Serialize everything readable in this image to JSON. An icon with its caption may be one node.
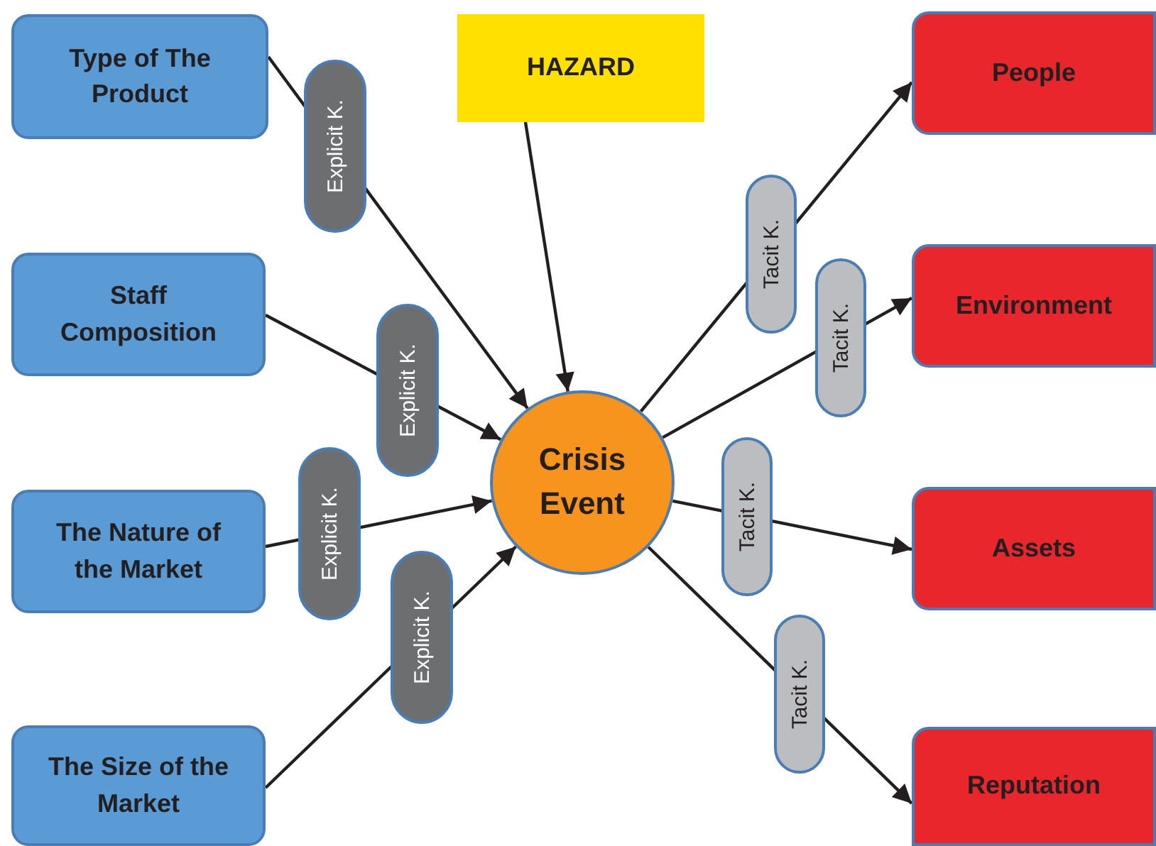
{
  "diagram": {
    "nodes": [
      {
        "text": [
          "Type of The Product"
        ]
      },
      {
        "text": [
          "Staff Composition"
        ]
      },
      {
        "text": [
          "The Nature of the Market"
        ]
      },
      {
        "text": [
          "The Size of the Market"
        ]
      },
      {
        "text": [
          "HAZARD"
        ]
      },
      {
        "text": [
          "Crisis Event"
        ]
      },
      {
        "text": [
          "People"
        ]
      },
      {
        "text": [
          "Environment"
        ]
      },
      {
        "text": [
          "Assets"
        ]
      },
      {
        "text": [
          "Reputation"
        ]
      }
    ],
    "edges": [
      {
        "from": 0,
        "to": 5,
        "arrow": "to",
        "label": "Explicit K."
      },
      {
        "from": 1,
        "to": 5,
        "arrow": "to",
        "label": "Explicit K."
      },
      {
        "from": 2,
        "to": 5,
        "arrow": "to",
        "label": "Explicit K."
      },
      {
        "from": 3,
        "to": 5,
        "arrow": "to",
        "label": "Explicit K."
      },
      {
        "from": 4,
        "to": 5,
        "arrow": "to"
      },
      {
        "from": 5,
        "to": 6,
        "arrow": "to",
        "label": "Tacit K."
      },
      {
        "from": 5,
        "to": 7,
        "arrow": "to",
        "label": "Tacit K."
      },
      {
        "from": 5,
        "to": 8,
        "arrow": "to",
        "label": "Tacit K."
      },
      {
        "from": 5,
        "to": 9,
        "arrow": "to",
        "label": "Tacit K."
      }
    ]
  }
}
